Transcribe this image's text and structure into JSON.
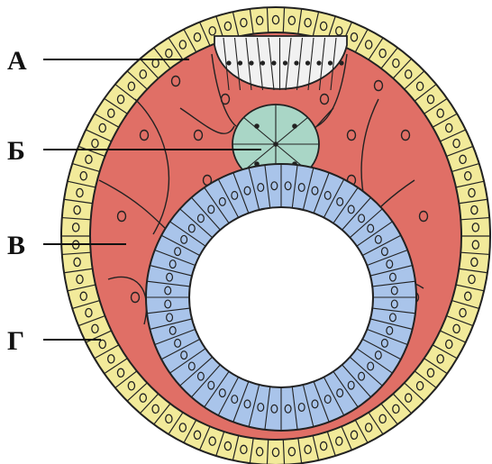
{
  "labels": {
    "a": "А",
    "b": "Б",
    "v": "В",
    "g": "Г"
  },
  "colors": {
    "outer_layer": "#f2ea9a",
    "mesoderm": "#e06f66",
    "ectoderm_cap": "#f1f1f1",
    "node": "#a9d6c6",
    "endoderm": "#a9c4ea",
    "outline": "#222222"
  }
}
